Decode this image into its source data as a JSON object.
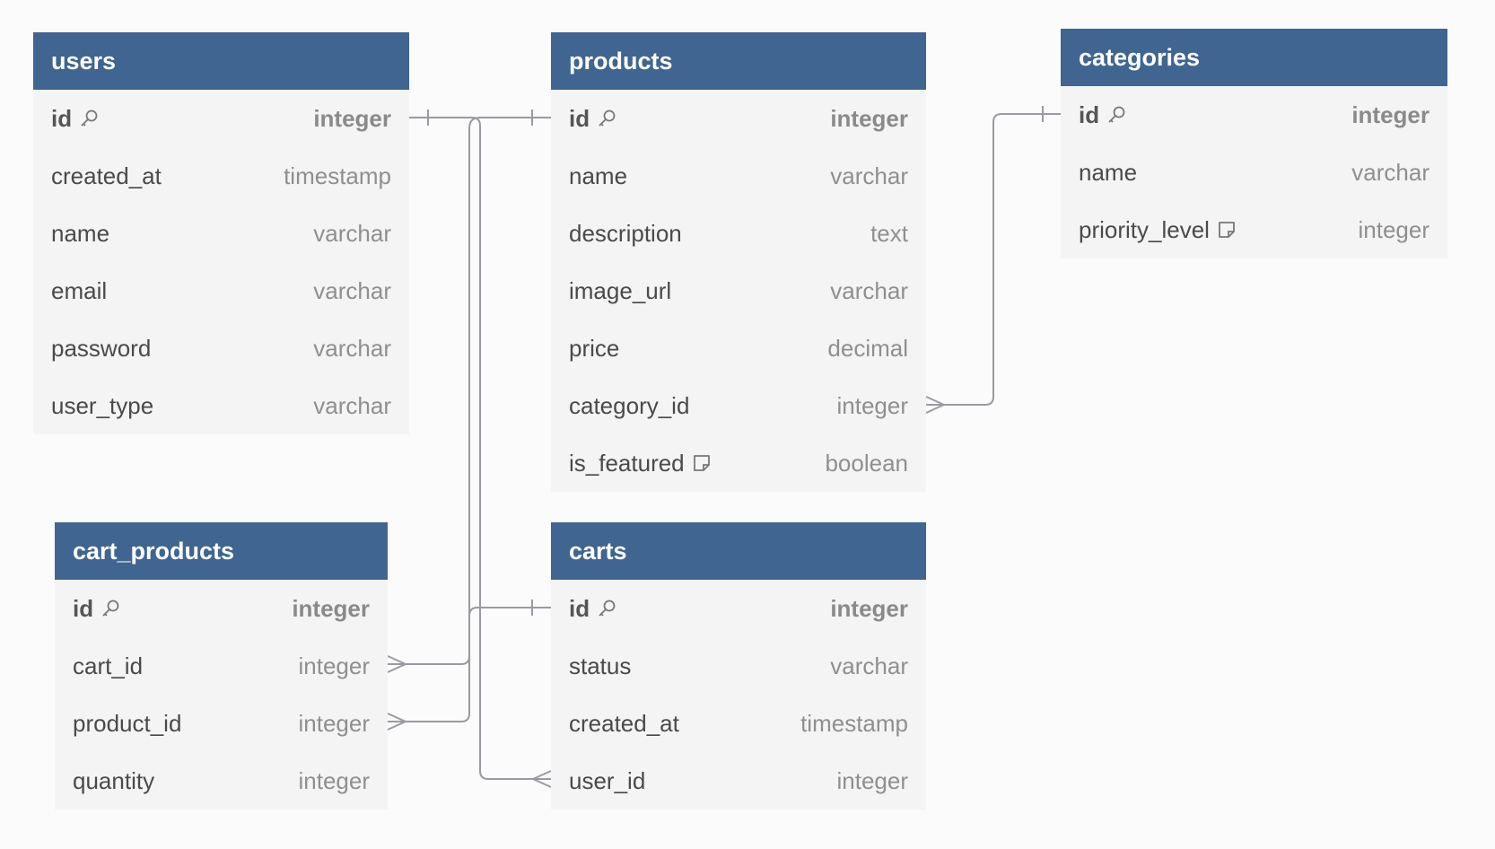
{
  "tables": {
    "users": {
      "title": "users",
      "rows": [
        {
          "name": "id",
          "type": "integer"
        },
        {
          "name": "created_at",
          "type": "timestamp"
        },
        {
          "name": "name",
          "type": "varchar"
        },
        {
          "name": "email",
          "type": "varchar"
        },
        {
          "name": "password",
          "type": "varchar"
        },
        {
          "name": "user_type",
          "type": "varchar"
        }
      ]
    },
    "products": {
      "title": "products",
      "rows": [
        {
          "name": "id",
          "type": "integer"
        },
        {
          "name": "name",
          "type": "varchar"
        },
        {
          "name": "description",
          "type": "text"
        },
        {
          "name": "image_url",
          "type": "varchar"
        },
        {
          "name": "price",
          "type": "decimal"
        },
        {
          "name": "category_id",
          "type": "integer"
        },
        {
          "name": "is_featured",
          "type": "boolean"
        }
      ]
    },
    "categories": {
      "title": "categories",
      "rows": [
        {
          "name": "id",
          "type": "integer"
        },
        {
          "name": "name",
          "type": "varchar"
        },
        {
          "name": "priority_level",
          "type": "integer"
        }
      ]
    },
    "cart_products": {
      "title": "cart_products",
      "rows": [
        {
          "name": "id",
          "type": "integer"
        },
        {
          "name": "cart_id",
          "type": "integer"
        },
        {
          "name": "product_id",
          "type": "integer"
        },
        {
          "name": "quantity",
          "type": "integer"
        }
      ]
    },
    "carts": {
      "title": "carts",
      "rows": [
        {
          "name": "id",
          "type": "integer"
        },
        {
          "name": "status",
          "type": "varchar"
        },
        {
          "name": "created_at",
          "type": "timestamp"
        },
        {
          "name": "user_id",
          "type": "integer"
        }
      ]
    }
  },
  "icons": {
    "primary_key": "key-icon",
    "note": "note-icon"
  },
  "colors": {
    "header_bg": "#3f6590",
    "header_text": "#ffffff",
    "table_bg": "#f4f4f4",
    "edge": "#9a9aa2"
  }
}
